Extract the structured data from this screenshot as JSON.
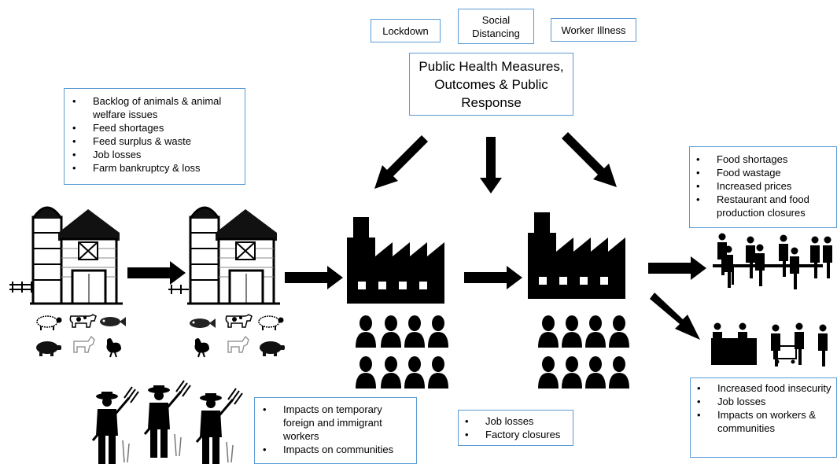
{
  "measures": {
    "lockdown": "Lockdown",
    "social_distancing": "Social Distancing",
    "worker_illness": "Worker Illness"
  },
  "public_health": {
    "title": "Public Health Measures, Outcomes & Public Response"
  },
  "farm_impacts": {
    "items": [
      "Backlog of animals & animal welfare issues",
      "Feed shortages",
      "Feed surplus & waste",
      "Job losses",
      "Farm bankruptcy & loss"
    ]
  },
  "consumer_impacts": {
    "items": [
      "Food shortages",
      "Food wastage",
      "Increased prices",
      "Restaurant and food production closures"
    ]
  },
  "worker_impacts": {
    "items": [
      "Impacts on temporary foreign and immigrant workers",
      "Impacts on communities"
    ]
  },
  "factory_impacts": {
    "items": [
      "Job losses",
      "Factory closures"
    ]
  },
  "community_impacts": {
    "items": [
      "Increased food insecurity",
      "Job losses",
      "Impacts on workers & communities"
    ]
  }
}
